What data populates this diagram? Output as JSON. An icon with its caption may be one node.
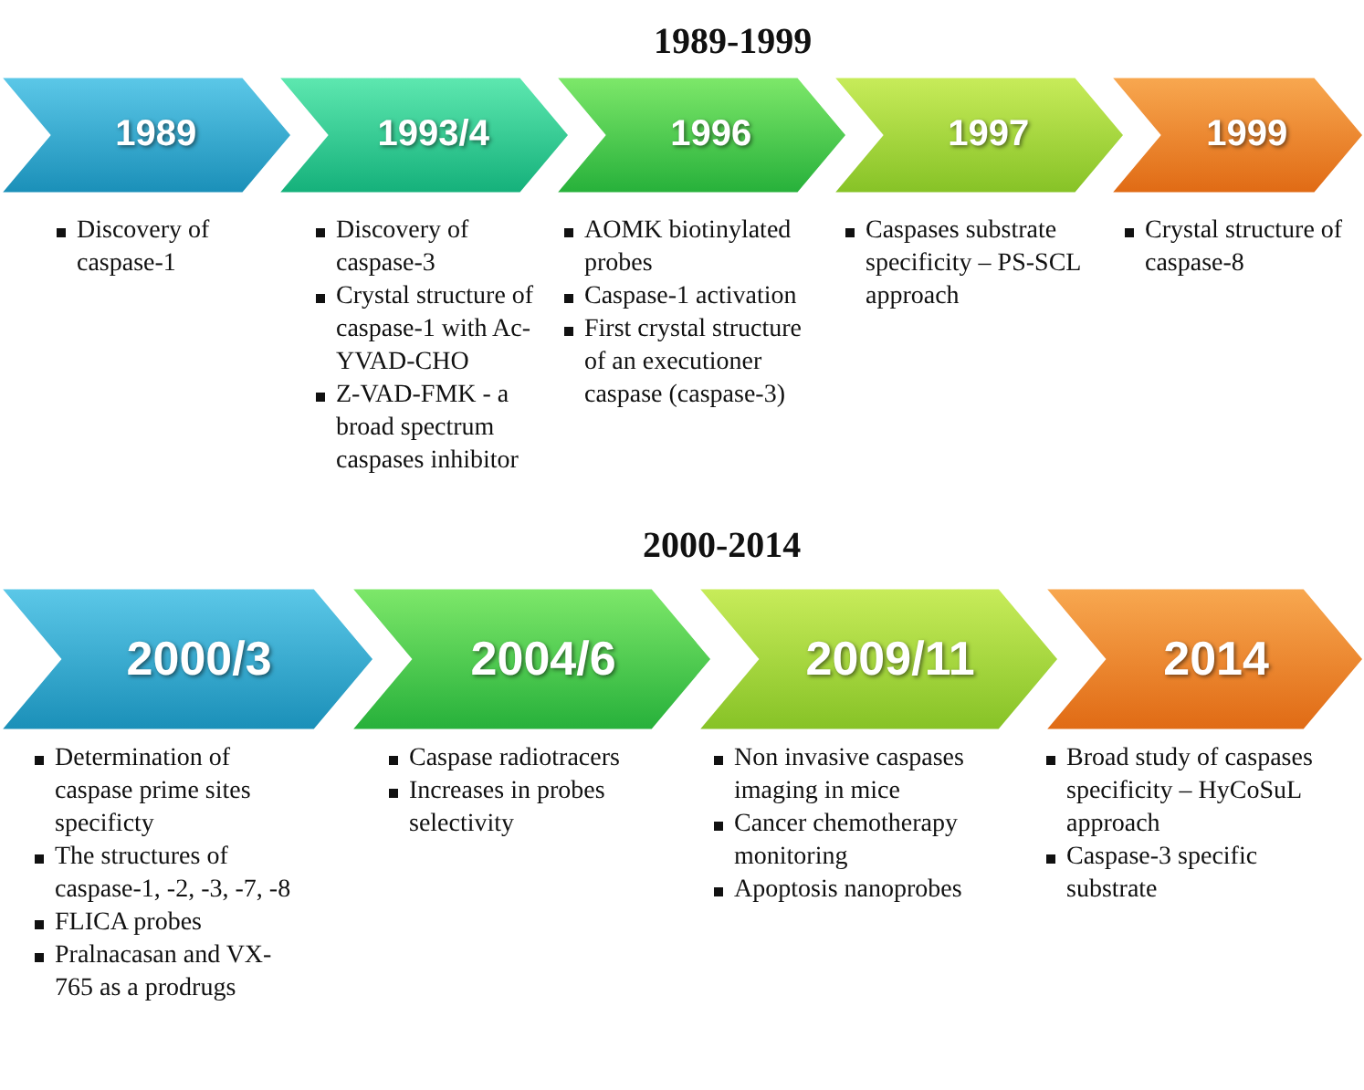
{
  "diagram": {
    "nodes": [
      {
        "text": [
          "1989"
        ],
        "beside": [
          "Discovery of caspase-1"
        ]
      },
      {
        "text": [
          "1993/4"
        ],
        "beside": [
          "Discovery of caspase-3",
          "Crystal structure of caspase-1 with Ac-YVAD-CHO",
          "Z-VAD-FMK - a broad spectrum caspases inhibitor"
        ]
      },
      {
        "text": [
          "1996"
        ],
        "beside": [
          "AOMK biotinylated probes",
          "Caspase-1 activation",
          "First crystal structure of an executioner caspase (caspase-3)"
        ]
      },
      {
        "text": [
          "1997"
        ],
        "beside": [
          "Caspases substrate specificity – PS-SCL approach"
        ]
      },
      {
        "text": [
          "1999"
        ],
        "beside": [
          "Crystal structure of caspase-8"
        ]
      },
      {
        "text": [
          "2000/3"
        ],
        "beside": [
          "Determination of caspase prime sites specificty",
          "The structures of caspase-1, -2, -3, -7, -8",
          "FLICA probes",
          "Pralnacasan and VX-765 as a prodrugs"
        ]
      },
      {
        "text": [
          "2004/6"
        ],
        "beside": [
          "Caspase radiotracers",
          "Increases in probes selectivity"
        ]
      },
      {
        "text": [
          "2009/11"
        ],
        "beside": [
          "Non invasive caspases imaging in mice",
          "Cancer chemotherapy monitoring",
          "Apoptosis nanoprobes"
        ]
      },
      {
        "text": [
          "2014"
        ],
        "beside": [
          "Broad study of caspases specificity – HyCoSuL approach",
          "Caspase-3 specific substrate"
        ]
      }
    ],
    "labels": [
      "1989-1999",
      "2000-2014"
    ]
  }
}
